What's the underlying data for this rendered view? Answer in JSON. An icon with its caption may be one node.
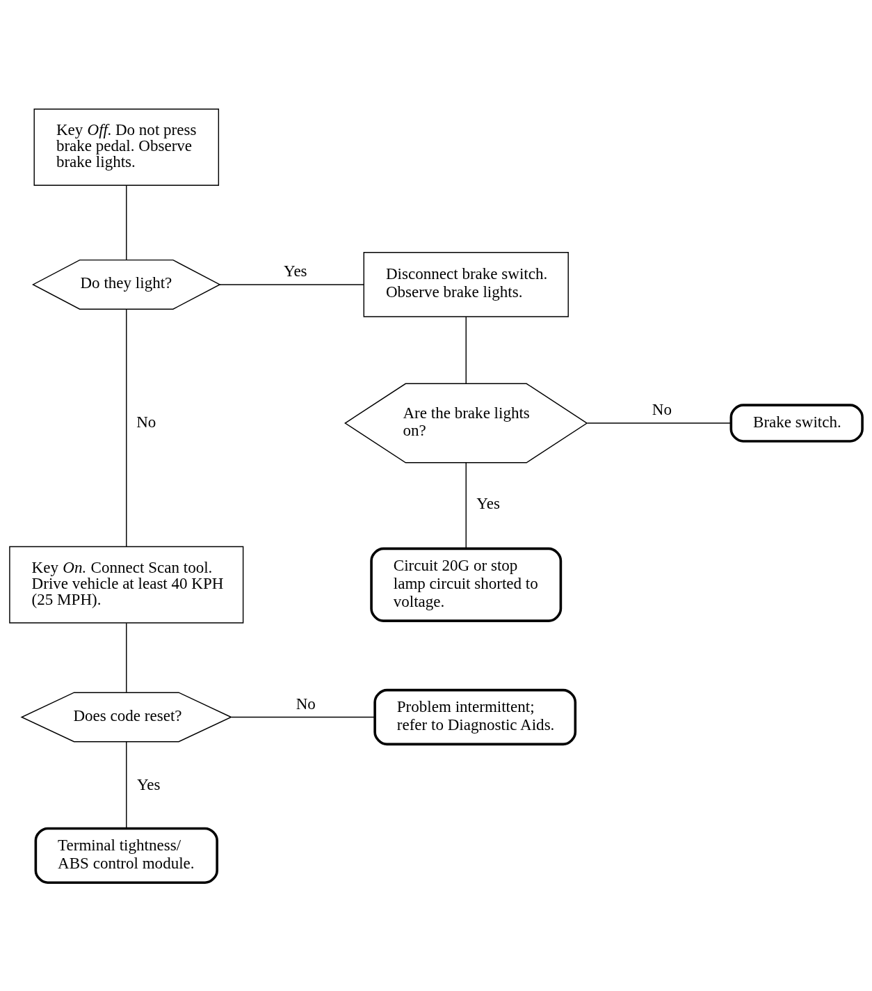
{
  "diagram": {
    "nodes": [
      {
        "text": [
          "Key *Off.* Do not press brake pedal. Observe brake lights."
        ]
      },
      {
        "text": [
          "Do they light?"
        ]
      },
      {
        "text": [
          "Disconnect brake switch. Observe brake lights."
        ]
      },
      {
        "text": [
          "Are the brake lights on?"
        ]
      },
      {
        "text": [
          "Brake switch."
        ]
      },
      {
        "text": [
          "Circuit 20G or stop lamp circuit shorted to voltage."
        ]
      },
      {
        "text": [
          "Key *On.* Connect Scan tool. Drive vehicle at least 40 KPH (25 MPH)."
        ]
      },
      {
        "text": [
          "Does code reset?"
        ]
      },
      {
        "text": [
          "Problem intermittent; refer to Diagnostic Aids."
        ]
      },
      {
        "text": [
          "Terminal tightness/ ABS control module."
        ]
      }
    ],
    "edges": [
      {
        "from": 0,
        "to": 1,
        "arrow": "none"
      },
      {
        "from": 1,
        "to": 2,
        "arrow": "none",
        "label": "Yes"
      },
      {
        "from": 1,
        "to": 6,
        "arrow": "none",
        "label": "No"
      },
      {
        "from": 2,
        "to": 3,
        "arrow": "none"
      },
      {
        "from": 3,
        "to": 4,
        "arrow": "none",
        "label": "No"
      },
      {
        "from": 3,
        "to": 5,
        "arrow": "none",
        "label": "Yes"
      },
      {
        "from": 6,
        "to": 7,
        "arrow": "none"
      },
      {
        "from": 7,
        "to": 8,
        "arrow": "none",
        "label": "No"
      },
      {
        "from": 7,
        "to": 9,
        "arrow": "none",
        "label": "Yes"
      }
    ]
  }
}
